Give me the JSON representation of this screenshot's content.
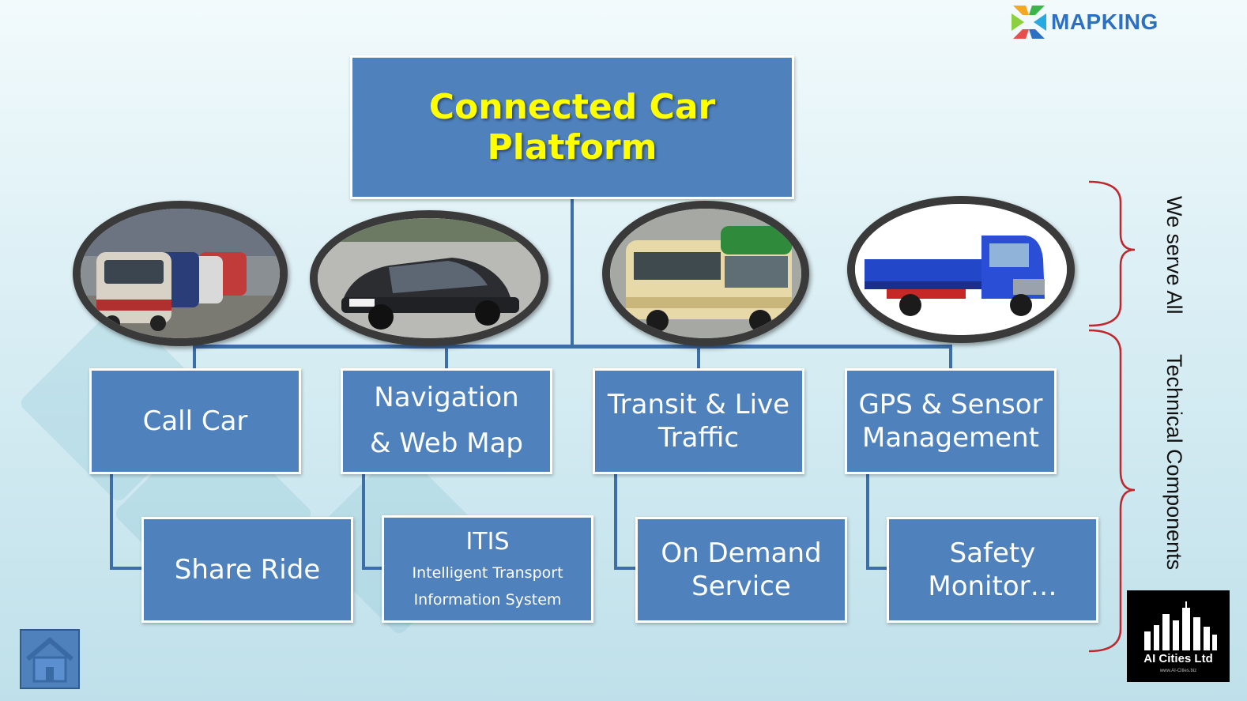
{
  "title": "Connected Car Platform",
  "brand": {
    "logo_text": "MAPKING",
    "badge_name": "AI Cities Ltd",
    "badge_url": "www.AI-Cities.biz"
  },
  "categories": [
    {
      "label_lines": [
        "Call Car"
      ]
    },
    {
      "label_lines": [
        "Navigation",
        "& Web Map"
      ]
    },
    {
      "label_lines": [
        "Transit & Live",
        "Traffic"
      ]
    },
    {
      "label_lines": [
        "GPS & Sensor",
        "Management"
      ]
    }
  ],
  "sub_items": [
    {
      "label_lines": [
        "Share Ride"
      ]
    },
    {
      "label_lines": [
        "ITIS"
      ],
      "sub_lines": [
        "Intelligent Transport",
        "Information System"
      ]
    },
    {
      "label_lines": [
        "On Demand",
        "Service"
      ]
    },
    {
      "label_lines": [
        "Safety",
        "Monitor…"
      ]
    }
  ],
  "side_labels": {
    "serve": "We serve All",
    "components": "Technical Components"
  },
  "images": [
    "taxi-fleet",
    "private-car",
    "minibus",
    "truck"
  ],
  "colors": {
    "box": "#4f81bd",
    "title": "#ffff00",
    "brace": "#c0272d",
    "connector": "#3c6ea8"
  }
}
